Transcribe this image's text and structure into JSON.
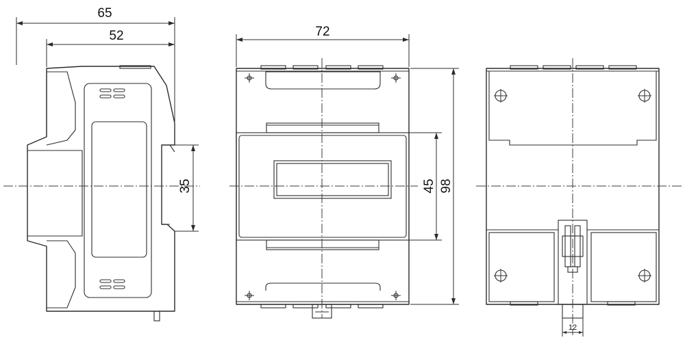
{
  "dimensions": {
    "side_view": {
      "overall_depth": "65",
      "body_depth": "52",
      "rail_height": "35"
    },
    "front_view": {
      "width": "72",
      "window_height": "45",
      "overall_height": "98"
    },
    "back_view": {
      "clip_width": "12"
    }
  }
}
